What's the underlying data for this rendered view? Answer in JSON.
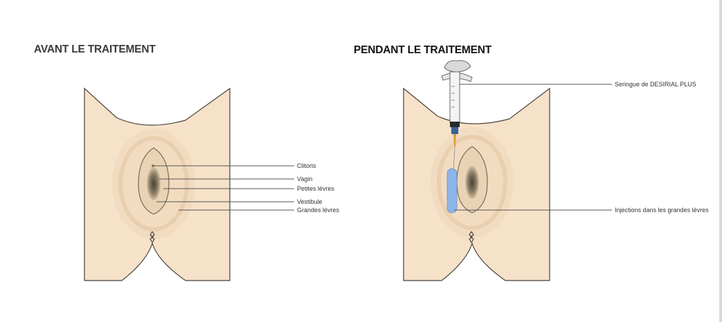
{
  "colors": {
    "skin": "#f6e2c8",
    "skin_shadow": "#e9ccab",
    "outline": "#4a4038",
    "inner": "#7a6a56",
    "leader": "#555555",
    "gel": "#8fb4e8"
  },
  "before": {
    "title": "AVANT LE TRAITEMENT",
    "labels": {
      "clitoris": "Clitoris",
      "vagin": "Vagin",
      "petites_levres": "Petites lèvres",
      "vestibule": "Vestibule",
      "grandes_levres": "Grandes lèvres"
    }
  },
  "during": {
    "title": "PENDANT LE TRAITEMENT",
    "labels": {
      "syringe": "Seringue de DESIRIAL PLUS",
      "injections": "Injections dans les grandes lèvres"
    }
  }
}
